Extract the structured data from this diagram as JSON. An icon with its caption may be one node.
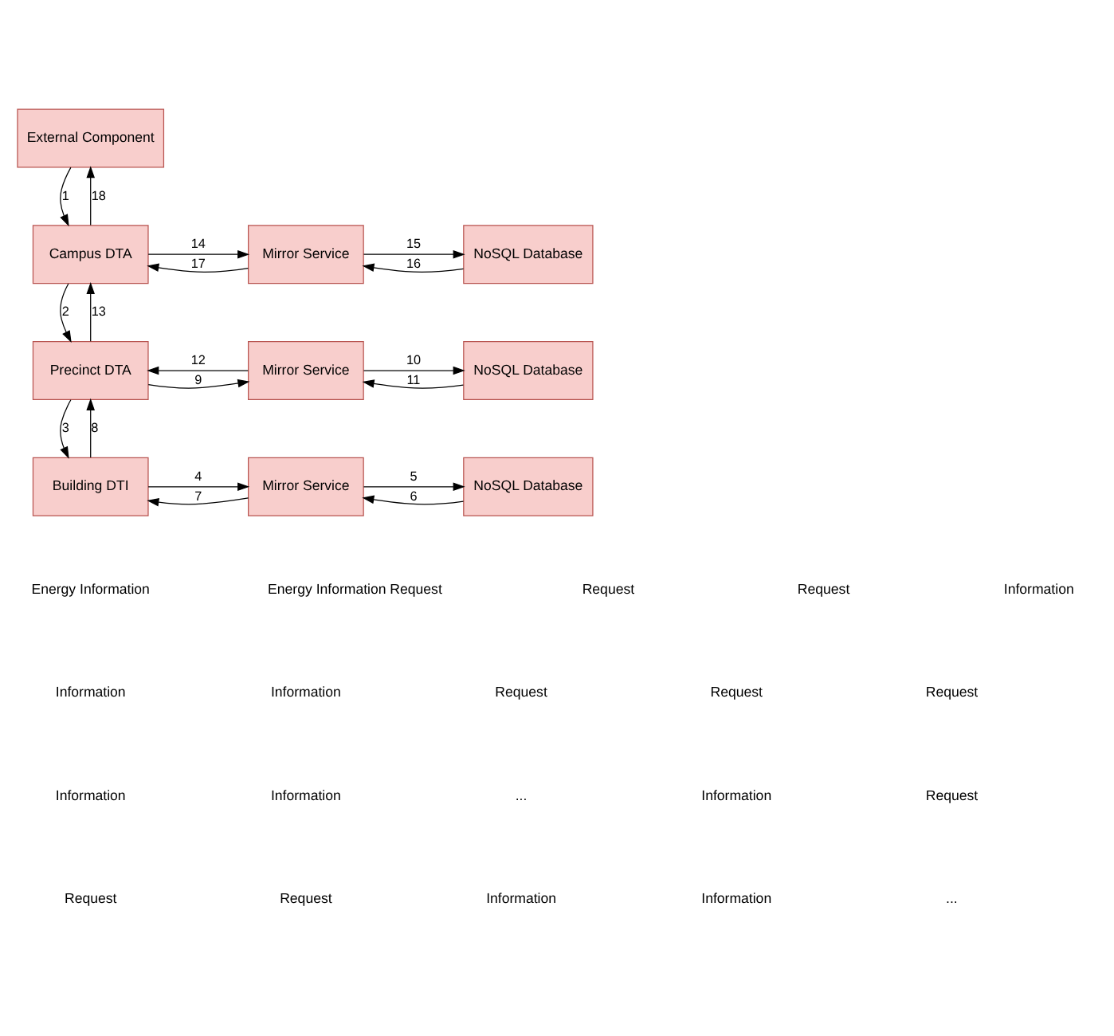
{
  "diagram": {
    "nodes": [
      {
        "text": [
          "External Component"
        ]
      },
      {
        "text": [
          "Campus DTA"
        ]
      },
      {
        "text": [
          "Mirror Service"
        ]
      },
      {
        "text": [
          "NoSQL Database"
        ]
      },
      {
        "text": [
          "Precinct DTA"
        ]
      },
      {
        "text": [
          "Mirror Service"
        ]
      },
      {
        "text": [
          "NoSQL Database"
        ]
      },
      {
        "text": [
          "Building DTI"
        ]
      },
      {
        "text": [
          "Mirror Service"
        ]
      },
      {
        "text": [
          "NoSQL Database"
        ]
      }
    ],
    "edges": [
      {
        "from": 0,
        "to": 1,
        "arrow": "to",
        "label": "1"
      },
      {
        "from": 1,
        "to": 2,
        "arrow": "to",
        "label": "14"
      },
      {
        "from": 2,
        "to": 3,
        "arrow": "to",
        "label": "15"
      },
      {
        "from": 3,
        "to": 2,
        "arrow": "to",
        "label": "16"
      },
      {
        "from": 2,
        "to": 1,
        "arrow": "to",
        "label": "17"
      },
      {
        "from": 1,
        "to": 0,
        "arrow": "to",
        "label": "18"
      },
      {
        "from": 1,
        "to": 4,
        "arrow": "to",
        "label": "2"
      },
      {
        "from": 4,
        "to": 5,
        "arrow": "to",
        "label": "9"
      },
      {
        "from": 5,
        "to": 6,
        "arrow": "to",
        "label": "10"
      },
      {
        "from": 6,
        "to": 5,
        "arrow": "to",
        "label": "11"
      },
      {
        "from": 5,
        "to": 4,
        "arrow": "to",
        "label": "12"
      },
      {
        "from": 4,
        "to": 1,
        "arrow": "to",
        "label": "13"
      },
      {
        "from": 4,
        "to": 7,
        "arrow": "to",
        "label": "3"
      },
      {
        "from": 7,
        "to": 8,
        "arrow": "to",
        "label": "4"
      },
      {
        "from": 8,
        "to": 9,
        "arrow": "to",
        "label": "5"
      },
      {
        "from": 9,
        "to": 8,
        "arrow": "to",
        "label": "6"
      },
      {
        "from": 8,
        "to": 7,
        "arrow": "to",
        "label": "7"
      },
      {
        "from": 7,
        "to": 4,
        "arrow": "to",
        "label": "8"
      }
    ],
    "labels": [
      "Energy Information",
      "Energy Information Request",
      "Request",
      "Request",
      "Information",
      "Information",
      "Information",
      "Request",
      "Request",
      "Request",
      "Information",
      "Information",
      "...",
      "Information",
      "Request",
      "Request",
      "Request",
      "Information",
      "Information",
      "..."
    ]
  }
}
